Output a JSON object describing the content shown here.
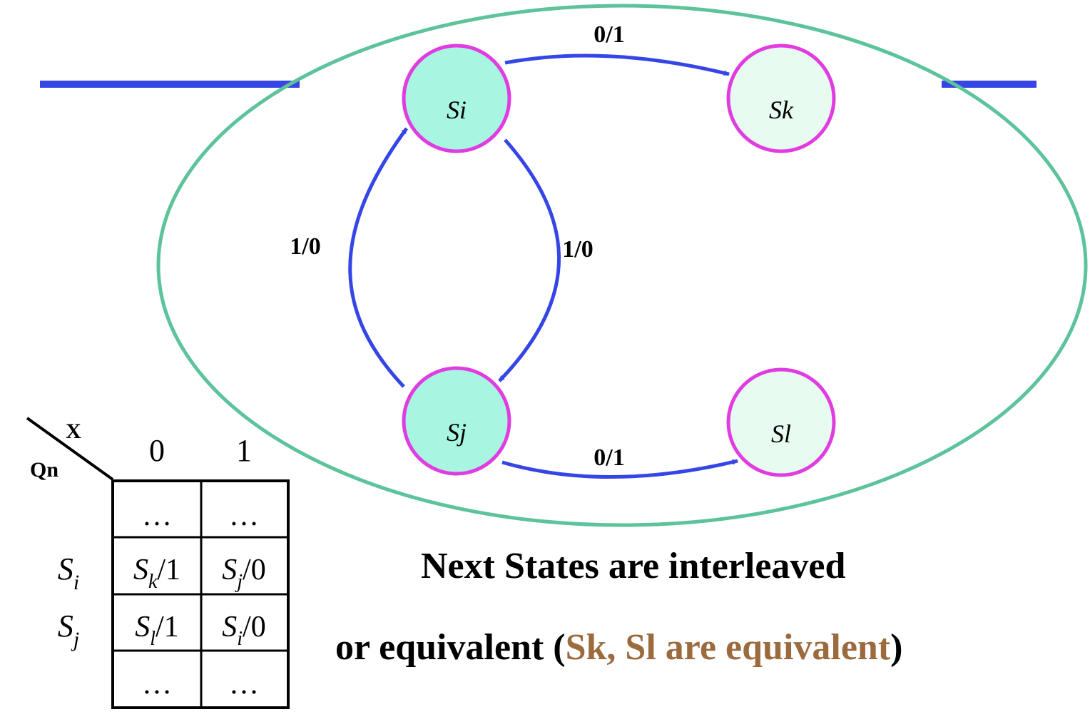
{
  "colors": {
    "line": "#3545e6",
    "ellipse": "#5cc39a",
    "state_border": "#e03ce0",
    "state_fill_active": "#a8f6e2",
    "state_fill_light": "#e8fbf1",
    "accent_text": "#9b6b3e"
  },
  "states": {
    "si": "Si",
    "sk": "Sk",
    "sj": "Sj",
    "sl": "Sl"
  },
  "edges": {
    "si_to_sk": "0/1",
    "sj_to_si": "1/0",
    "si_to_sj": "1/0",
    "sj_to_sl": "0/1"
  },
  "table": {
    "corner_top": "X",
    "corner_bottom": "Qn",
    "columns": [
      "0",
      "1"
    ],
    "rows": [
      {
        "state": "",
        "sub": "",
        "cells": [
          {
            "s": "…",
            "sub": "",
            "out": ""
          },
          {
            "s": "…",
            "sub": "",
            "out": ""
          }
        ]
      },
      {
        "state": "S",
        "sub": "i",
        "cells": [
          {
            "s": "S",
            "sub": "k",
            "out": "/1"
          },
          {
            "s": "S",
            "sub": "j",
            "out": "/0"
          }
        ]
      },
      {
        "state": "S",
        "sub": "j",
        "cells": [
          {
            "s": "S",
            "sub": "l",
            "out": "/1"
          },
          {
            "s": "S",
            "sub": "i",
            "out": "/0"
          }
        ]
      },
      {
        "state": "",
        "sub": "",
        "cells": [
          {
            "s": "…",
            "sub": "",
            "out": ""
          },
          {
            "s": "…",
            "sub": "",
            "out": ""
          }
        ]
      }
    ]
  },
  "caption": {
    "line1": "Next States are interleaved",
    "line2_prefix": "or equivalent (",
    "line2_accent": "Sk, Sl are equivalent",
    "line2_suffix": ")"
  }
}
